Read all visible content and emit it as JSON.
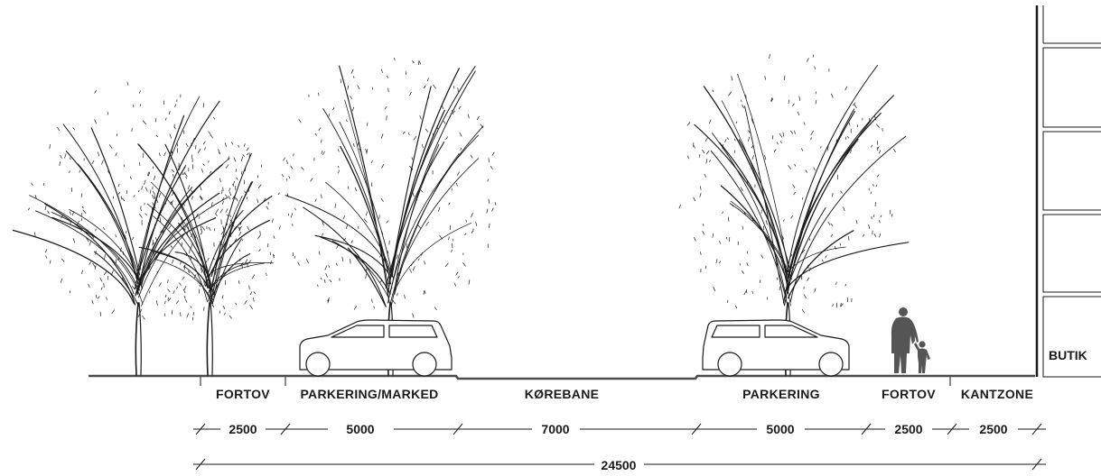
{
  "street_section": {
    "zones": [
      {
        "label": "FORTOV",
        "width_mm": 2500
      },
      {
        "label": "PARKERING/MARKED",
        "width_mm": 5000
      },
      {
        "label": "KØREBANE",
        "width_mm": 7000
      },
      {
        "label": "PARKERING",
        "width_mm": 5000
      },
      {
        "label": "FORTOV",
        "width_mm": 2500
      },
      {
        "label": "KANTZONE",
        "width_mm": 2500
      }
    ],
    "dimensions": [
      "2500",
      "5000",
      "7000",
      "5000",
      "2500",
      "2500"
    ],
    "total_dimension": "24500",
    "building_label": "BUTIK"
  },
  "colors": {
    "line": "#1a1a1a",
    "ground": "#4a4a4a",
    "figure": "#555555",
    "background": "#ffffff"
  },
  "icons": [
    "tree-icon",
    "car-icon",
    "adult-with-child-icon",
    "building-facade-icon"
  ]
}
